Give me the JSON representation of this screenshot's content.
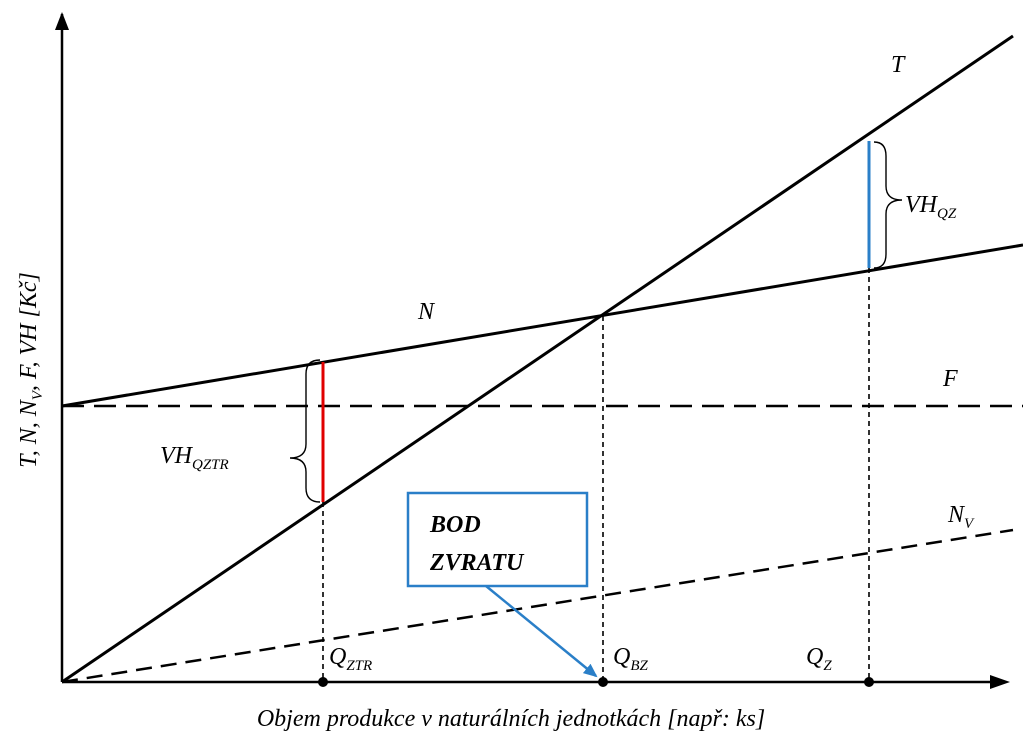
{
  "chart_data": {
    "type": "diagram",
    "y_axis_label": {
      "main": "T, N, N",
      "sub": "V",
      "rest": ", F, VH [Kč]"
    },
    "x_axis_label": "Objem produkce v naturálních jednotkách [např: ks]",
    "lines": {
      "T": "T",
      "N": "N",
      "F": "F",
      "NV": {
        "main": "N",
        "sub": "V"
      }
    },
    "quantities": {
      "QZTR": {
        "main": "Q",
        "sub": "ZTR"
      },
      "QBZ": {
        "main": "Q",
        "sub": "BZ"
      },
      "QZ": {
        "main": "Q",
        "sub": "Z"
      }
    },
    "brackets": {
      "VHQZ": {
        "main": "VH",
        "sub": "QZ"
      },
      "VHQZTR": {
        "main": "VH",
        "sub": "QZTR"
      }
    },
    "callout": {
      "line1": "BOD",
      "line2": "ZVRATU"
    },
    "colors": {
      "loss": "#e00000",
      "profit": "#2a7fc8",
      "callout": "#2a7fc8",
      "axis": "#000000"
    }
  }
}
